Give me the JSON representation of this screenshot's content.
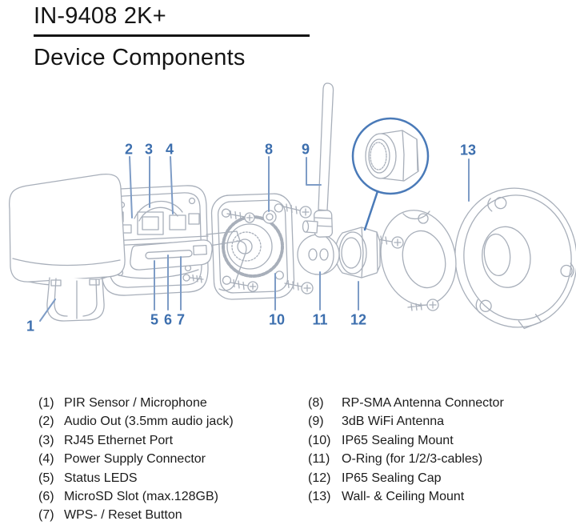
{
  "header": {
    "title": "IN-9408 2K+",
    "subtitle": "Device Components"
  },
  "diagram": {
    "accent_color": "#3d6fae",
    "line_color": "#a8afba",
    "callouts": [
      "1",
      "2",
      "3",
      "4",
      "5",
      "6",
      "7",
      "8",
      "9",
      "10",
      "11",
      "12",
      "13"
    ]
  },
  "legend": {
    "left": [
      {
        "num": "(1)",
        "label": "PIR Sensor / Microphone"
      },
      {
        "num": "(2)",
        "label": "Audio Out (3.5mm audio jack)"
      },
      {
        "num": "(3)",
        "label": "RJ45 Ethernet Port"
      },
      {
        "num": "(4)",
        "label": "Power Supply Connector"
      },
      {
        "num": "(5)",
        "label": "Status LEDS"
      },
      {
        "num": "(6)",
        "label": "MicroSD Slot (max.128GB)"
      },
      {
        "num": "(7)",
        "label": "WPS- / Reset Button"
      }
    ],
    "right": [
      {
        "num": "(8)",
        "label": "RP-SMA Antenna Connector"
      },
      {
        "num": "(9)",
        "label": "3dB WiFi Antenna"
      },
      {
        "num": "(10)",
        "label": "IP65 Sealing Mount"
      },
      {
        "num": "(11)",
        "label": "O-Ring (for 1/2/3-cables)"
      },
      {
        "num": "(12)",
        "label": "IP65 Sealing Cap"
      },
      {
        "num": "(13)",
        "label": "Wall- & Ceiling Mount"
      }
    ]
  }
}
